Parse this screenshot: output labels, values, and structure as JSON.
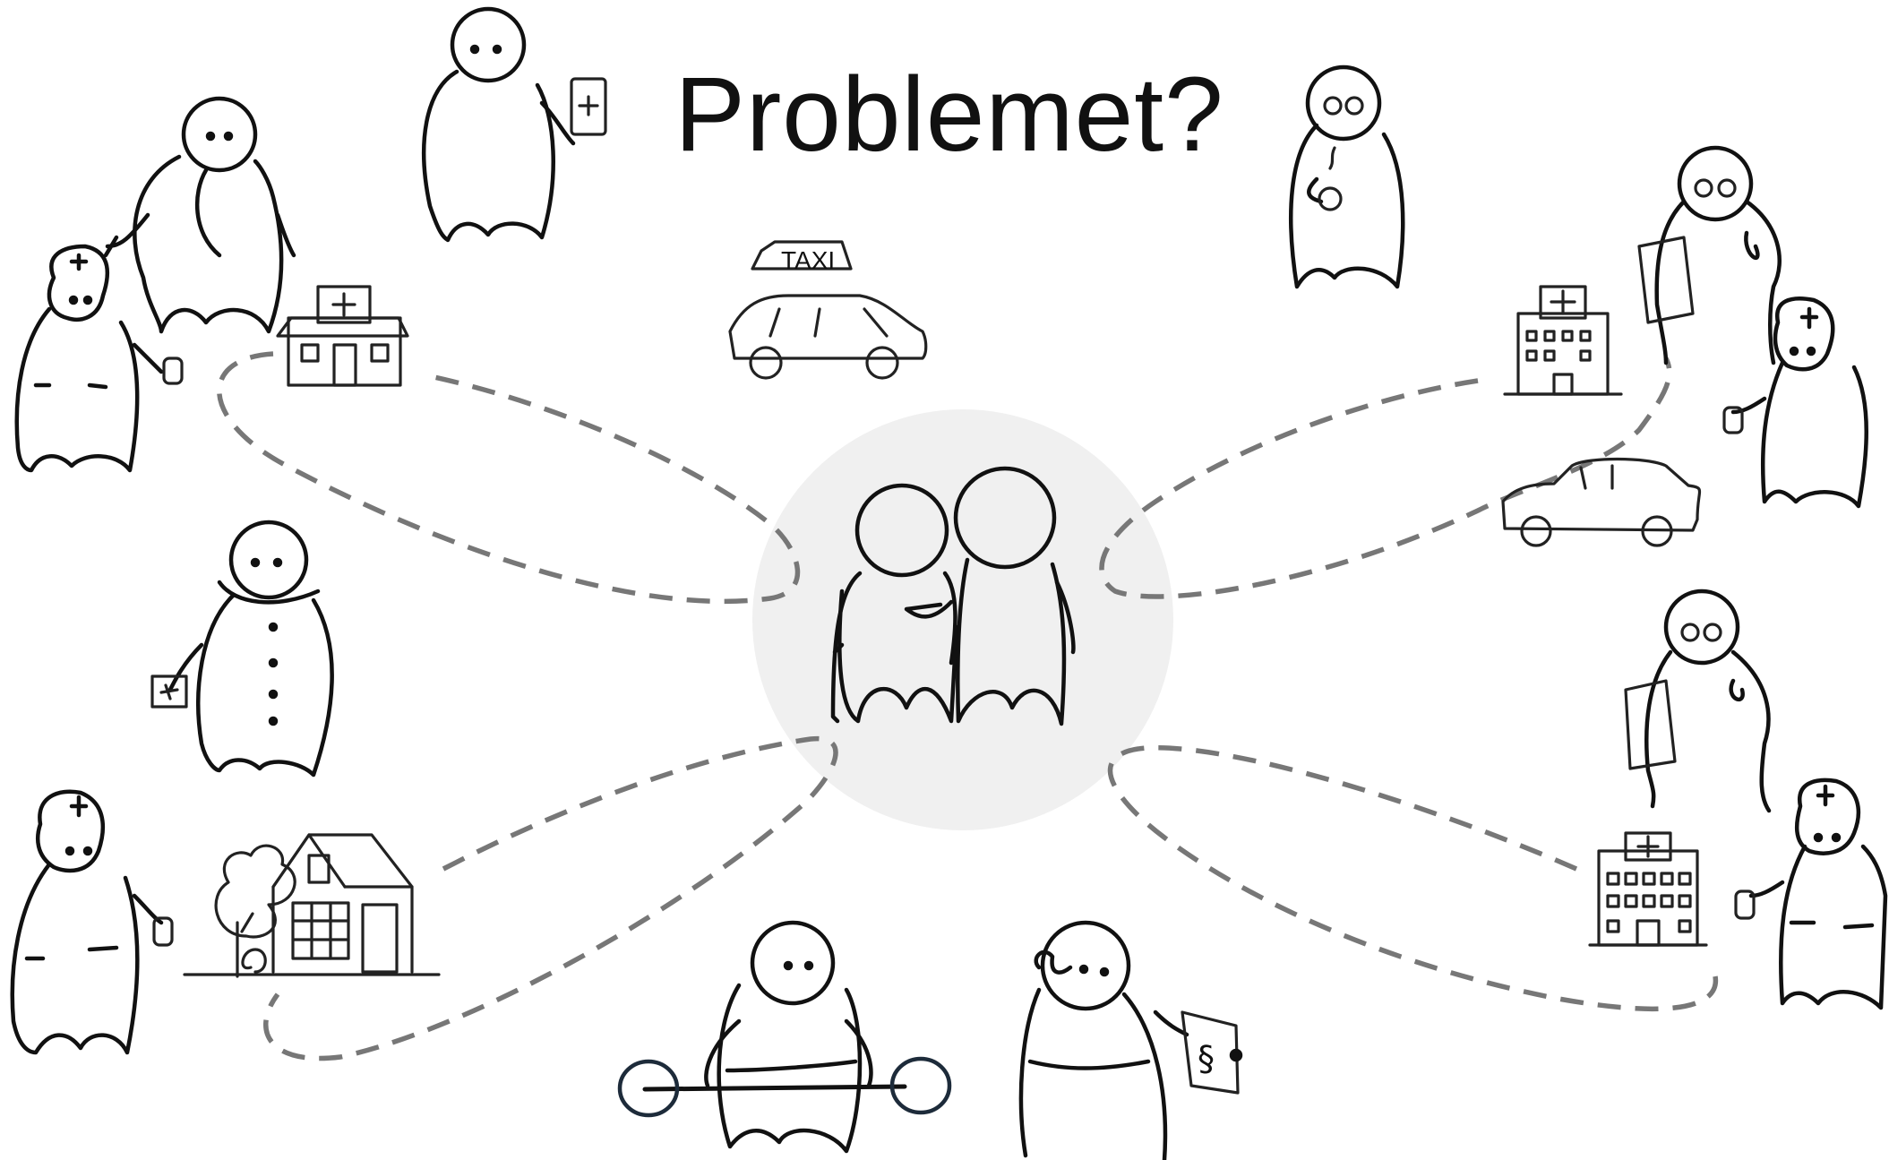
{
  "title": "Problemet?",
  "taxi_sign": "TAXI",
  "paragraph_sign": "§",
  "colors": {
    "center_circle": "#f0f0f0",
    "connector": "#777777",
    "ink": "#111111"
  },
  "figures": [
    "couple-center",
    "person-overweight",
    "person-with-medicine",
    "person-with-glasses-holding-item",
    "nurse-top-left",
    "person-with-scarf-and-book",
    "nurse-bottom-left",
    "doctor-top-right",
    "nurse-top-right",
    "doctor-bottom-right",
    "nurse-bottom-right",
    "person-lifting-barbell",
    "person-with-law-document"
  ],
  "icons": [
    "clinic-icon",
    "taxi-icon",
    "hospital-icon",
    "car-icon",
    "house-icon",
    "tree-icon"
  ]
}
